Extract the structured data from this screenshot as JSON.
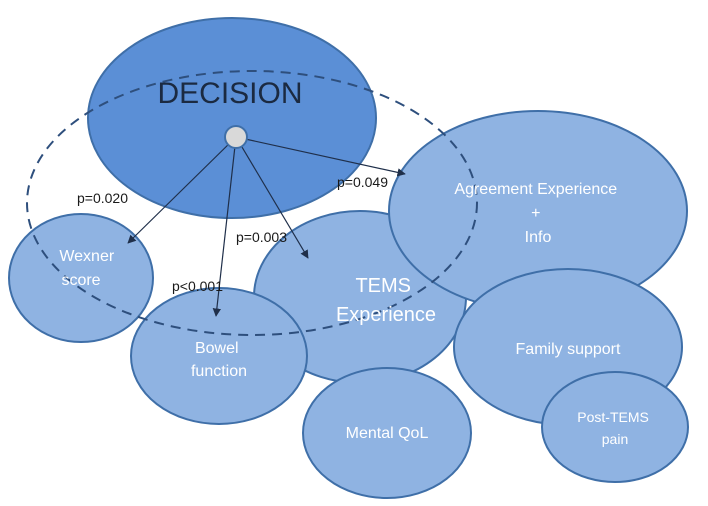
{
  "colors": {
    "decision_fill": "#5b8fd6",
    "node_fill": "#8fb3e2",
    "node_stroke": "#3f6fa8",
    "arrow": "#1f2f4a",
    "dashed": "#2e4f7d",
    "hub_fill": "#d9d9d9"
  },
  "decision": {
    "label": "DECISION"
  },
  "nodes": {
    "wexner": {
      "line1": "Wexner",
      "line2": "score"
    },
    "bowel": {
      "line1": "Bowel",
      "line2": "function"
    },
    "tems": {
      "line1": "TEMS",
      "line2": "Experience"
    },
    "agreement": {
      "line1": "Agreement Experience",
      "line2": "+",
      "line3": "Info"
    },
    "family": {
      "label": "Family support"
    },
    "mental": {
      "label": "Mental QoL"
    },
    "pain": {
      "line1": "Post-TEMS",
      "line2": "pain"
    }
  },
  "p_values": {
    "wexner": "p=0.020",
    "bowel": "p<0.001",
    "tems": "p=0.003",
    "agreement": "p=0.049"
  }
}
